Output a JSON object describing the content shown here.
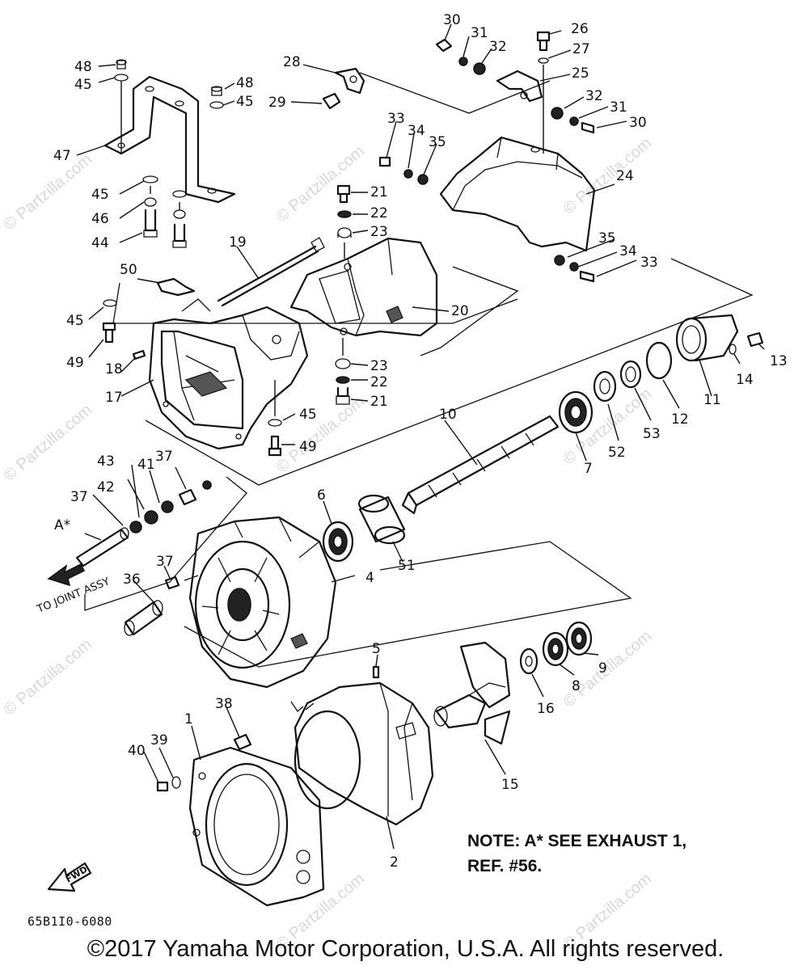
{
  "watermarks": [
    "© Partzilla.com",
    "© Partzilla.com",
    "© Partzilla.com",
    "© Partzilla.com",
    "© Partzilla.com",
    "© Partzilla.com",
    "© Partzilla.com",
    "© Partzilla.com",
    "© Partzilla.com",
    "© Partzilla.com"
  ],
  "callouts": {
    "c1": "1",
    "c2": "2",
    "c4": "4",
    "c5": "5",
    "c6": "6",
    "c7": "7",
    "c8": "8",
    "c9": "9",
    "c10": "10",
    "c11": "11",
    "c12": "12",
    "c13": "13",
    "c14": "14",
    "c15": "15",
    "c16": "16",
    "c17": "17",
    "c18": "18",
    "c19": "19",
    "c20": "20",
    "c21a": "21",
    "c21b": "21",
    "c22a": "22",
    "c22b": "22",
    "c23a": "23",
    "c23b": "23",
    "c24": "24",
    "c25": "25",
    "c26": "26",
    "c27": "27",
    "c28": "28",
    "c29": "29",
    "c30a": "30",
    "c30b": "30",
    "c31a": "31",
    "c31b": "31",
    "c32a": "32",
    "c32b": "32",
    "c33a": "33",
    "c33b": "33",
    "c34a": "34",
    "c34b": "34",
    "c35a": "35",
    "c35b": "35",
    "c36": "36",
    "c37a": "37",
    "c37b": "37",
    "c37c": "37",
    "c38": "38",
    "c39": "39",
    "c40": "40",
    "c41": "41",
    "c42": "42",
    "c43": "43",
    "c44": "44",
    "c45a": "45",
    "c45b": "45",
    "c45c": "45",
    "c45d": "45",
    "c45e": "45",
    "c46": "46",
    "c47": "47",
    "c48a": "48",
    "c48b": "48",
    "c49a": "49",
    "c49b": "49",
    "c50": "50",
    "c51": "51",
    "c52": "52",
    "c53": "53",
    "cA": "A*"
  },
  "joint_label": "TO JOINT ASSY",
  "fwd_label": "FWD",
  "note_line1": "NOTE: A* SEE EXHAUST 1,",
  "note_line2": "REF. #56.",
  "diagram_code": "65B1I0-6080",
  "copyright": "©2017  Yamaha Motor Corporation, U.S.A. All rights reserved."
}
